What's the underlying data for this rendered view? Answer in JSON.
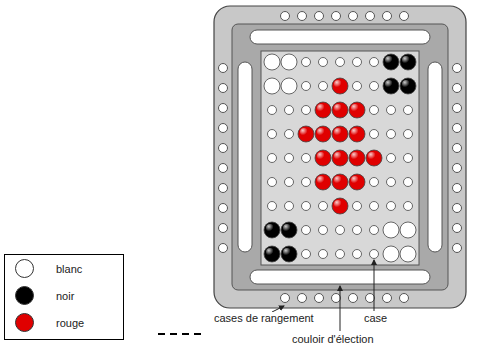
{
  "diagram": {
    "labels": [
      "cases de rangement",
      "case",
      "couloir d'élection"
    ],
    "legend": [
      {
        "text": "blanc",
        "color": "#ffffff"
      },
      {
        "text": "noir",
        "color": "#000000"
      },
      {
        "text": "rouge",
        "color": "#e00000"
      }
    ]
  }
}
